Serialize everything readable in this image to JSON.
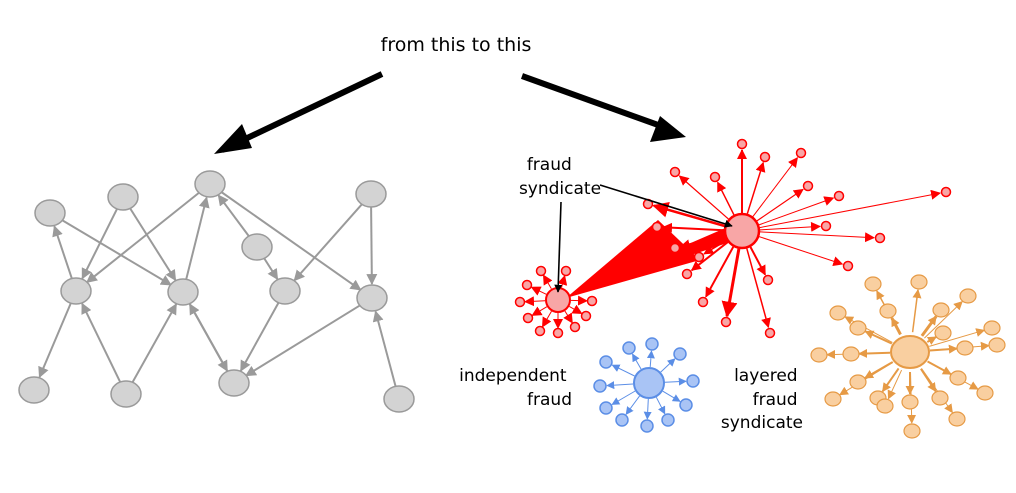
{
  "heading": "from this to this",
  "labels": {
    "fraud_syndicate": [
      "fraud",
      "syndicate"
    ],
    "independent_fraud": [
      "independent",
      "fraud"
    ],
    "layered_fraud_syndicate": [
      "layered",
      "fraud",
      "syndicate"
    ]
  },
  "colors": {
    "grey_fill": "#d3d3d3",
    "grey_stroke": "#9a9a9a",
    "red_stroke": "#ff0000",
    "red_node_fill": "#f8a6a6",
    "blue_stroke": "#5b8ee6",
    "blue_fill": "#a9c4f5",
    "orange_stroke": "#e69a45",
    "orange_fill": "#f9cfa0",
    "arrow_black": "#000000"
  }
}
